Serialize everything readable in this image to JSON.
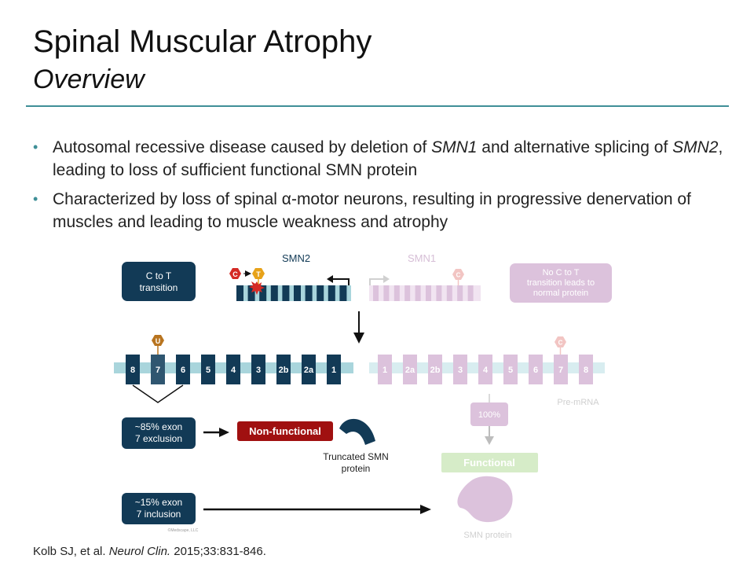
{
  "slide": {
    "title": "Spinal Muscular Atrophy",
    "subtitle": "Overview"
  },
  "bullets": [
    {
      "parts": [
        {
          "text": "Autosomal recessive  disease caused by deletion of ",
          "italic": false
        },
        {
          "text": "SMN1",
          "italic": true
        },
        {
          "text": " and alternative splicing of ",
          "italic": false
        },
        {
          "text": "SMN2",
          "italic": true
        },
        {
          "text": ", leading to loss of sufficient functional SMN protein",
          "italic": false
        }
      ]
    },
    {
      "parts": [
        {
          "text": "Characterized by loss of spinal α-motor neurons, resulting in progressive denervation of muscles and leading to muscle weakness and atrophy",
          "italic": false
        }
      ]
    }
  ],
  "diagram": {
    "ctot_box": [
      "C to T",
      "transition"
    ],
    "smn2_label": "SMN2",
    "smn1_label": "SMN1",
    "c_marker": "C",
    "t_marker": "T",
    "u_marker": "U",
    "no_ctot_box": [
      "No C to T",
      "transition leads to",
      "normal protein"
    ],
    "smn2_exons": [
      "8",
      "7",
      "6",
      "5",
      "4",
      "3",
      "2b",
      "2a",
      "1"
    ],
    "smn1_exons": [
      "1",
      "2a",
      "2b",
      "3",
      "4",
      "5",
      "6",
      "7",
      "8"
    ],
    "premrna_label": "Pre-mRNA",
    "exclusion_box": [
      "~85% exon",
      "7 exclusion"
    ],
    "nonfunctional_label": "Non-functional",
    "truncated_label": [
      "Truncated SMN",
      "protein"
    ],
    "percent_label": "100%",
    "functional_label": "Functional",
    "inclusion_box": [
      "~15% exon",
      "7 inclusion"
    ],
    "copyright": "©Medscape, LLC",
    "smn_protein_label": "SMN protein",
    "colors": {
      "navy": "#123a56",
      "teal_bar": "#a9d5dc",
      "pale_teal_bar": "#d8edf0",
      "lavender": "#dcc2dc",
      "pale_lavender": "#ead8ea",
      "dark_red": "#a01010",
      "orange": "#e7a21a",
      "red_marker": "#d42a25",
      "pale_green": "#d6ecc8",
      "u_brown": "#b8741f"
    }
  },
  "citation": {
    "parts": [
      {
        "text": "Kolb SJ, et al. ",
        "italic": false
      },
      {
        "text": "Neurol Clin.",
        "italic": true
      },
      {
        "text": " 2015;33:831-846.",
        "italic": false
      }
    ]
  }
}
